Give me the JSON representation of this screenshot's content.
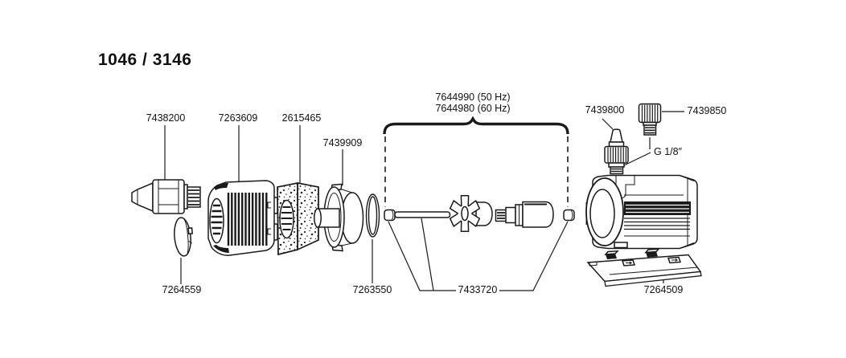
{
  "title": "1046 / 3146",
  "parts": {
    "hose_connector": "7438200",
    "pump_cover": "7263609",
    "filter_foam": "2615465",
    "impeller_cover": "7439909",
    "impeller_unit_50hz": "7644990 (50 Hz)",
    "impeller_unit_60hz": "7644980 (60 Hz)",
    "nipple_fitting": "7439800",
    "cap_fitting": "7439850",
    "thread_size": "G 1/8″",
    "cover_plate": "7264559",
    "sealing_ring": "7263550",
    "shaft_set": "7433720",
    "base_plate": "7264509"
  },
  "colors": {
    "line": "#1a1a1a",
    "background": "#ffffff"
  }
}
